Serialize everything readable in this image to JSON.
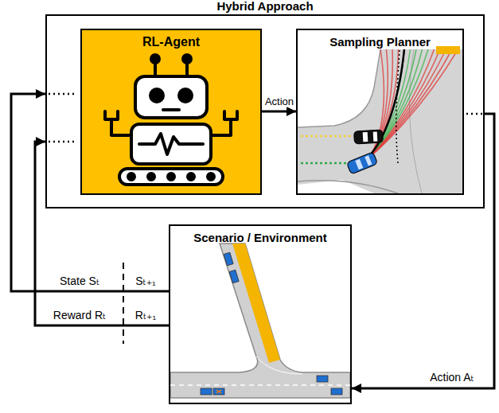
{
  "diagram": {
    "nodes": [
      {
        "text": [
          "Hybrid Approach"
        ]
      },
      {
        "text": [
          "RL-Agent"
        ],
        "in": 0
      },
      {
        "text": [
          "Sampling Planner"
        ],
        "in": 0
      },
      {
        "text": [
          "Scenario / Environment"
        ]
      }
    ],
    "edges": [
      {
        "from": 1,
        "to": 2,
        "label": "Action",
        "arrow": "to"
      },
      {
        "from": 0,
        "to": 3,
        "label": "Action Aₜ",
        "arrow": "to"
      },
      {
        "from": 3,
        "to": 0,
        "label": "State Sₜ",
        "arrow": "to"
      },
      {
        "from": 3,
        "to": 0,
        "label": "Reward Rₜ",
        "arrow": "to"
      }
    ],
    "labels": [
      "Sₜ₊₁",
      "Rₜ₊₁"
    ]
  }
}
